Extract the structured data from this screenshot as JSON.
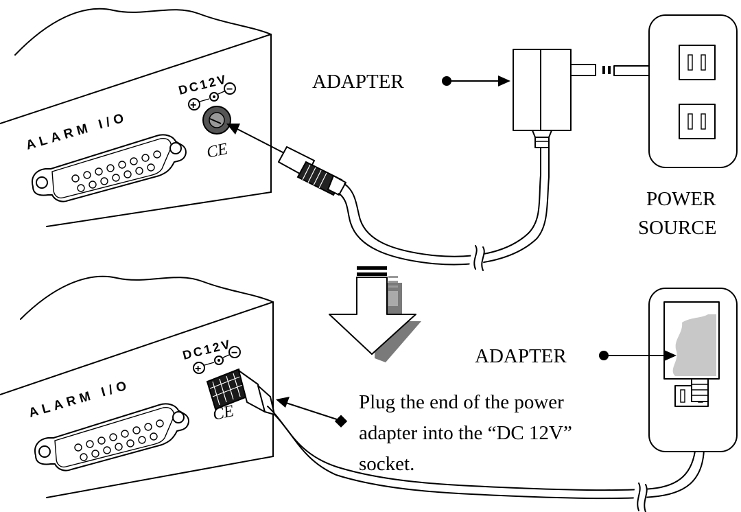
{
  "top_panel": {
    "port_label": "ALARM I/O",
    "power_label": "DC12V",
    "plus_symbol": "+",
    "minus_symbol": "−",
    "ce_mark": "CE",
    "adapter_label": "ADAPTER",
    "power_source_line1": "POWER",
    "power_source_line2": "SOURCE"
  },
  "bottom_panel": {
    "port_label": "ALARM I/O",
    "power_label": "DC12V",
    "plus_symbol": "+",
    "minus_symbol": "−",
    "ce_mark": "CE",
    "adapter_label": "ADAPTER",
    "instruction_lines": [
      "Plug the end of the power",
      "adapter into the “DC 12V”",
      "socket."
    ]
  }
}
